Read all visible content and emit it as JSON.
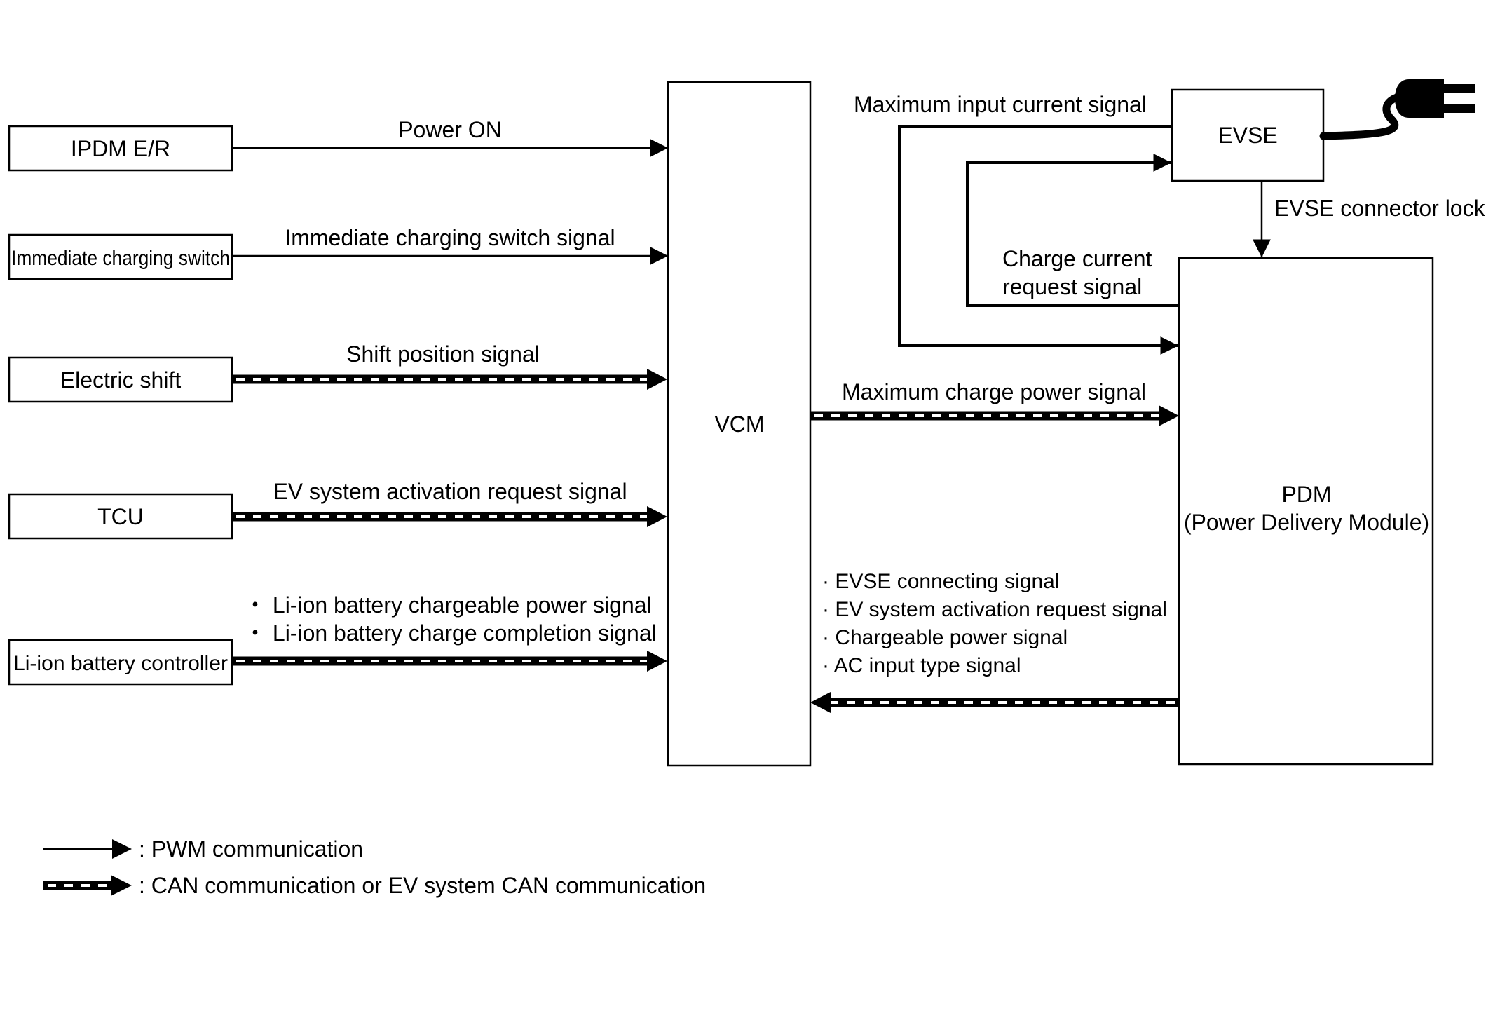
{
  "boxes": {
    "ipdm": "IPDM E/R",
    "immediate_switch": "Immediate charging switch",
    "electric_shift": "Electric shift",
    "tcu": "TCU",
    "liion_controller": "Li-ion battery controller",
    "vcm": "VCM",
    "evse": "EVSE",
    "pdm_line1": "PDM",
    "pdm_line2": "(Power Delivery Module)"
  },
  "signals": {
    "power_on": "Power ON",
    "immediate_switch_signal": "Immediate charging switch signal",
    "shift_position": "Shift position signal",
    "ev_activation": "EV system activation request signal",
    "liion_chargeable": "・ Li-ion battery chargeable power signal",
    "liion_completion": "・ Li-ion battery charge completion signal",
    "max_input_current": "Maximum input current signal",
    "evse_connector_lock": "EVSE connector lock",
    "charge_current_req_1": "Charge current",
    "charge_current_req_2": "request signal",
    "max_charge_power": "Maximum charge power signal",
    "pdm_to_vcm": [
      "· EVSE connecting signal",
      "· EV system activation request signal",
      "· Chargeable power signal",
      "· AC input type signal"
    ]
  },
  "legend": {
    "pwm": ": PWM communication",
    "can": ": CAN communication or EV system CAN communication"
  },
  "icons": {
    "plug": "plug-icon"
  }
}
